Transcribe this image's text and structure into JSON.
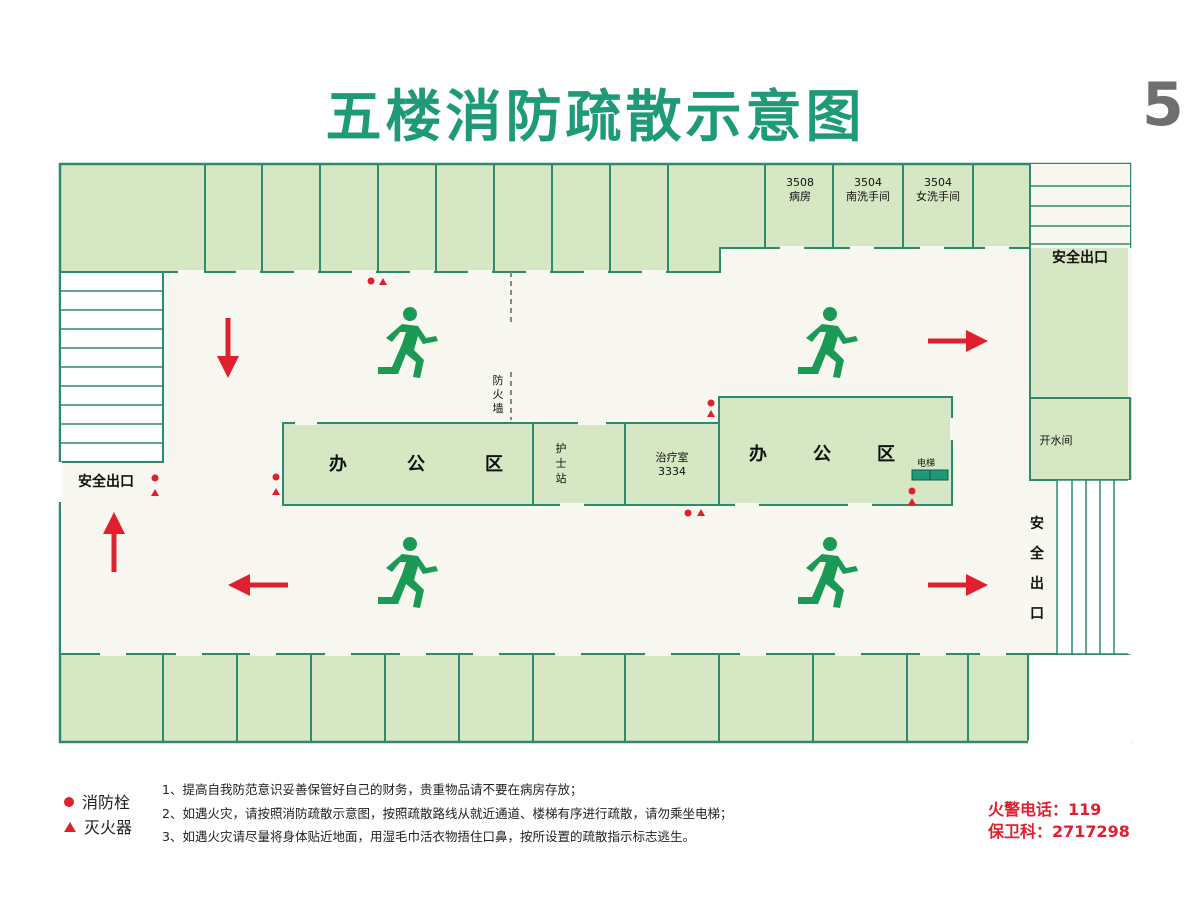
{
  "title": "五楼消防疏散示意图",
  "page_number": "5",
  "colors": {
    "title": "#1e9a78",
    "wall": "#2e8a6e",
    "room_fill": "#d6e7c3",
    "corridor_fill": "#f8f8f0",
    "exit_sign": "#1a9a55",
    "arrow": "#e0202e",
    "elevator": "#1e9a78"
  },
  "rooms": {
    "r3508": {
      "number": "3508",
      "name": "病房"
    },
    "r3504a": {
      "number": "3504",
      "name": "南洗手间"
    },
    "r3504b": {
      "number": "3504",
      "name": "女洗手间"
    },
    "water_room": "开水间",
    "treatment_room": {
      "name": "治疗室",
      "number": "3334"
    },
    "nurse_station": [
      "护",
      "士",
      "站"
    ],
    "office_left": [
      "办",
      "公",
      "区"
    ],
    "office_right": [
      "办",
      "公",
      "区"
    ],
    "elevator": "电梯",
    "firewall": [
      "防",
      "火",
      "墙"
    ]
  },
  "exits": {
    "left": "安全出口",
    "top_right": "安全出口",
    "right_vertical": [
      "安",
      "全",
      "出",
      "口"
    ]
  },
  "icons": {
    "running_person": "exit-running-person-icon",
    "arrow": "evacuation-arrow-icon",
    "hydrant": "fire-hydrant-dot-icon",
    "extinguisher": "fire-extinguisher-triangle-icon"
  },
  "legend": {
    "hydrant": "消防栓",
    "extinguisher": "灭火器"
  },
  "notes": [
    "1、提高自我防范意识妥善保管好自己的财务，贵重物品请不要在病房存放；",
    "2、如遇火灾，请按照消防疏散示意图，按照疏散路线从就近通道、楼梯有序进行疏散，请勿乘坐电梯；",
    "3、如遇火灾请尽量将身体贴近地面，用湿毛巾活衣物捂住口鼻，按所设置的疏散指示标志逃生。"
  ],
  "contacts": {
    "fire": "火警电话：119",
    "security": "保卫科：2717298"
  }
}
